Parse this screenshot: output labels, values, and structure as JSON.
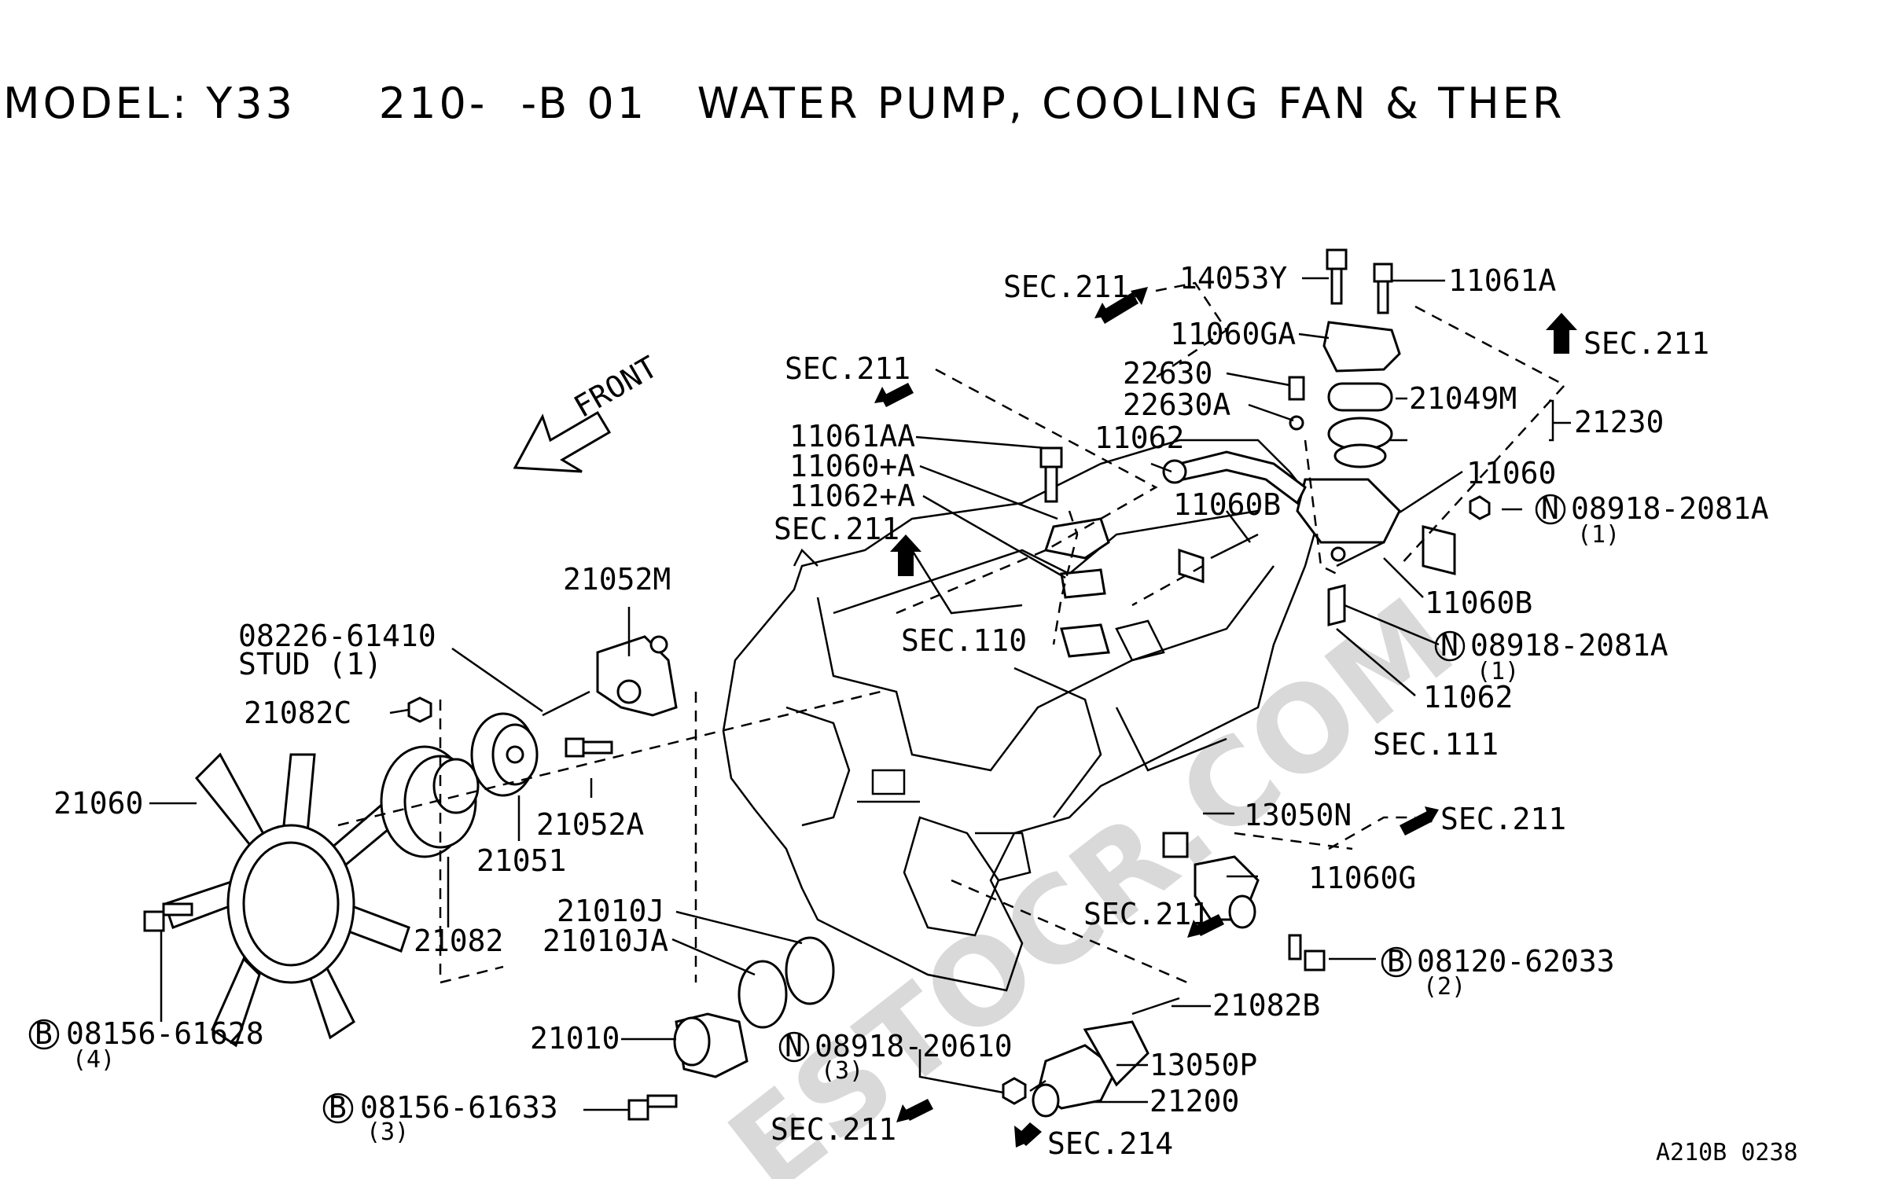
{
  "title": "MODEL: Y33     210-  -B 01   WATER PUMP, COOLING FAN & THER",
  "watermark": "ESTOCR.COM",
  "figure_code": "A210B 0238",
  "front_label": "FRONT",
  "labels": {
    "p14053Y": "14053Y",
    "p11061A": "11061A",
    "p11060GA": "11060GA",
    "p22630": "22630",
    "p22630A": "22630A",
    "p21049M": "21049M",
    "p21230": "21230",
    "p11062a": "11062",
    "p11060": "11060",
    "p11060Ba": "11060B",
    "p11061AA": "11061AA",
    "p11060pA": "11060+A",
    "p11062pA": "11062+A",
    "p08918a": "08918-2081A",
    "p08918a_qty": "(1)",
    "p11060Bb": "11060B",
    "p08918b": "08918-2081A",
    "p08918b_qty": "(1)",
    "p11062b": "11062",
    "p21052M": "21052M",
    "p08226": "08226-61410",
    "p08226_stud": "STUD (1)",
    "p21082C": "21082C",
    "p21060": "21060",
    "p21052A": "21052A",
    "p21051": "21051",
    "p21082": "21082",
    "p13050N": "13050N",
    "p11060G": "11060G",
    "p08120": "08120-62033",
    "p08120_qty": "(2)",
    "p21010J": "21010J",
    "p21010JA": "21010JA",
    "p21082B": "21082B",
    "p21010": "21010",
    "p08918c": "08918-20610",
    "p08918c_qty": "(3)",
    "p13050P": "13050P",
    "p21200": "21200",
    "p08156a": "08156-61628",
    "p08156a_qty": "(4)",
    "p08156b": "08156-61633",
    "p08156b_qty": "(3)"
  },
  "sections": {
    "s1": "SEC.211",
    "s2": "SEC.211",
    "s3": "SEC.211",
    "s4": "SEC.211",
    "s5": "SEC.110",
    "s6": "SEC.111",
    "s7": "SEC.211",
    "s8": "SEC.211",
    "s9": "SEC.211",
    "s10": "SEC.214"
  },
  "symbols": {
    "n": "N",
    "b": "B"
  }
}
